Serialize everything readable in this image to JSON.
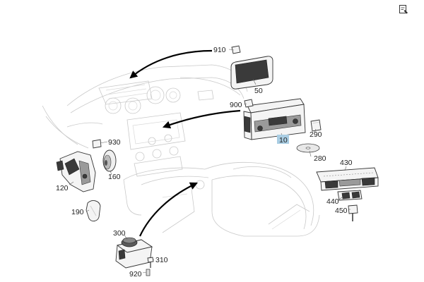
{
  "parts": {
    "p910": "910",
    "p50": "50",
    "p900": "900",
    "p290": "290",
    "p10": "10",
    "p280": "280",
    "p930": "930",
    "p160": "160",
    "p120": "120",
    "p190": "190",
    "p430": "430",
    "p440": "440",
    "p450": "450",
    "p300": "300",
    "p310": "310",
    "p920": "920"
  },
  "colors": {
    "highlight": "#a9cde3",
    "arrow": "#000000"
  },
  "icons": {
    "corner": "image-edit-icon"
  }
}
